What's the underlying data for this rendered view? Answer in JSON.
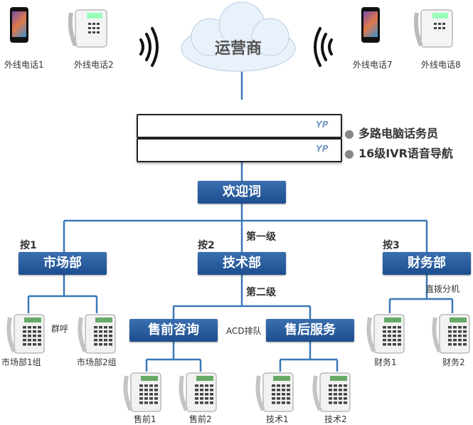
{
  "cloud": {
    "label": "运营商"
  },
  "outside_lines": [
    {
      "id": "ext1",
      "label": "外线电话1"
    },
    {
      "id": "ext2",
      "label": "外线电话2"
    },
    {
      "id": "ext7",
      "label": "外线电话7"
    },
    {
      "id": "ext8",
      "label": "外线电话8"
    }
  ],
  "device": {
    "logo": "YP"
  },
  "features": [
    "多路电脑话务员",
    "16级IVR语音导航"
  ],
  "welcome": "欢迎词",
  "level1_label": "第一级",
  "level2_label": "第二级",
  "departments": [
    {
      "key": "按1",
      "name": "市场部"
    },
    {
      "key": "按2",
      "name": "技术部"
    },
    {
      "key": "按3",
      "name": "财务部"
    }
  ],
  "sub_groups": [
    {
      "name": "售前咨询"
    },
    {
      "name": "售后服务"
    }
  ],
  "annotations": {
    "group_call": "群呼",
    "acd": "ACD排队",
    "direct": "直拨分机"
  },
  "phones": {
    "market": [
      "市场部1组",
      "市场部2组"
    ],
    "presale": [
      "售前1",
      "售前2"
    ],
    "tech": [
      "技术1",
      "技术2"
    ],
    "finance": [
      "财务1",
      "财务2"
    ]
  },
  "colors": {
    "box": "#2a5e9e",
    "line": "#3a78b8"
  }
}
